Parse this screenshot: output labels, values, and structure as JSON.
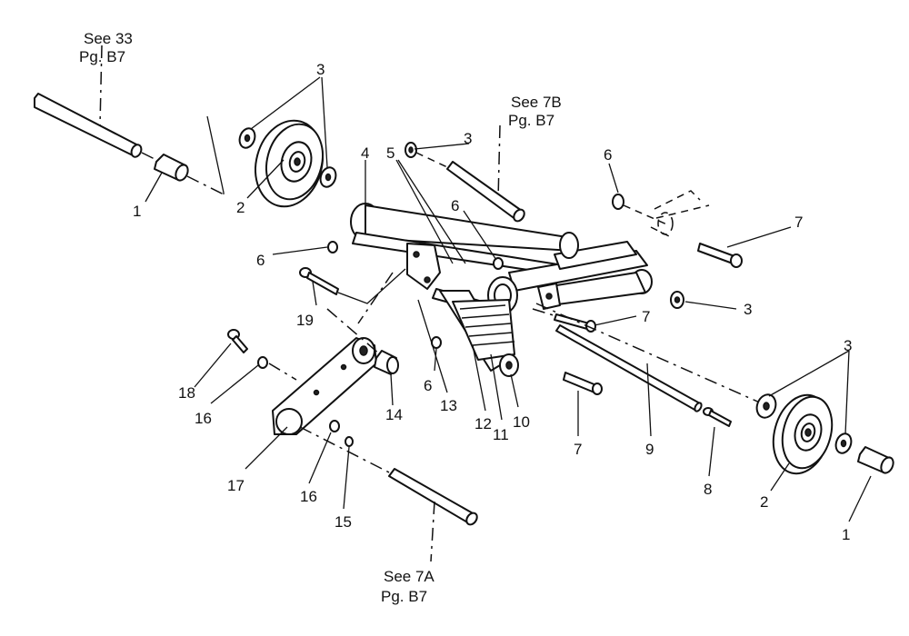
{
  "references": {
    "see33": {
      "line1": "See 33",
      "line2": "Pg. B7"
    },
    "see7b": {
      "line1": "See 7B",
      "line2": "Pg. B7"
    },
    "see7a": {
      "line1": "See 7A",
      "line2": "Pg. B7"
    }
  },
  "callouts": {
    "n1_left": "1",
    "n2_left": "2",
    "n3_top_left": "3",
    "n3_mid": "3",
    "n4": "4",
    "n5": "5",
    "n6_mid": "6",
    "n6_top_right": "6",
    "n7_top_right": "7",
    "n6_left": "6",
    "n19": "19",
    "n7_mid": "7",
    "n3_right_mid": "3",
    "n3_right": "3",
    "n18": "18",
    "n16_left": "16",
    "n14": "14",
    "n6_lower": "6",
    "n13": "13",
    "n12": "12",
    "n11": "11",
    "n10": "10",
    "n7_lower": "7",
    "n9": "9",
    "n8": "8",
    "n2_right": "2",
    "n1_right": "1",
    "n17": "17",
    "n16_lower": "16",
    "n15": "15"
  }
}
